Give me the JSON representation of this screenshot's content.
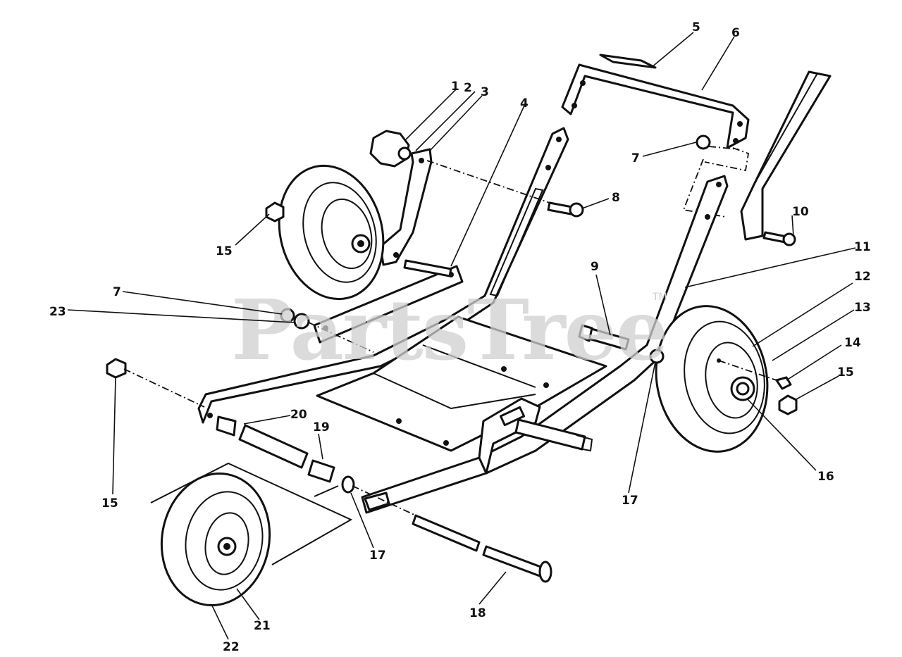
{
  "watermark": {
    "text": "PartsTree",
    "trademark": "TM",
    "color": "#c8c8c8"
  },
  "callouts": [
    {
      "id": "c1",
      "label": "1"
    },
    {
      "id": "c2",
      "label": "2"
    },
    {
      "id": "c3",
      "label": "3"
    },
    {
      "id": "c4",
      "label": "4"
    },
    {
      "id": "c5",
      "label": "5"
    },
    {
      "id": "c6",
      "label": "6"
    },
    {
      "id": "c7a",
      "label": "7"
    },
    {
      "id": "c7b",
      "label": "7"
    },
    {
      "id": "c8",
      "label": "8"
    },
    {
      "id": "c9",
      "label": "9"
    },
    {
      "id": "c10",
      "label": "10"
    },
    {
      "id": "c11",
      "label": "11"
    },
    {
      "id": "c12",
      "label": "12"
    },
    {
      "id": "c13",
      "label": "13"
    },
    {
      "id": "c14",
      "label": "14"
    },
    {
      "id": "c15a",
      "label": "15"
    },
    {
      "id": "c15b",
      "label": "15"
    },
    {
      "id": "c15c",
      "label": "15"
    },
    {
      "id": "c16",
      "label": "16"
    },
    {
      "id": "c17a",
      "label": "17"
    },
    {
      "id": "c17b",
      "label": "17"
    },
    {
      "id": "c18",
      "label": "18"
    },
    {
      "id": "c19",
      "label": "19"
    },
    {
      "id": "c20",
      "label": "20"
    },
    {
      "id": "c21",
      "label": "21"
    },
    {
      "id": "c22",
      "label": "22"
    },
    {
      "id": "c23",
      "label": "23"
    }
  ]
}
